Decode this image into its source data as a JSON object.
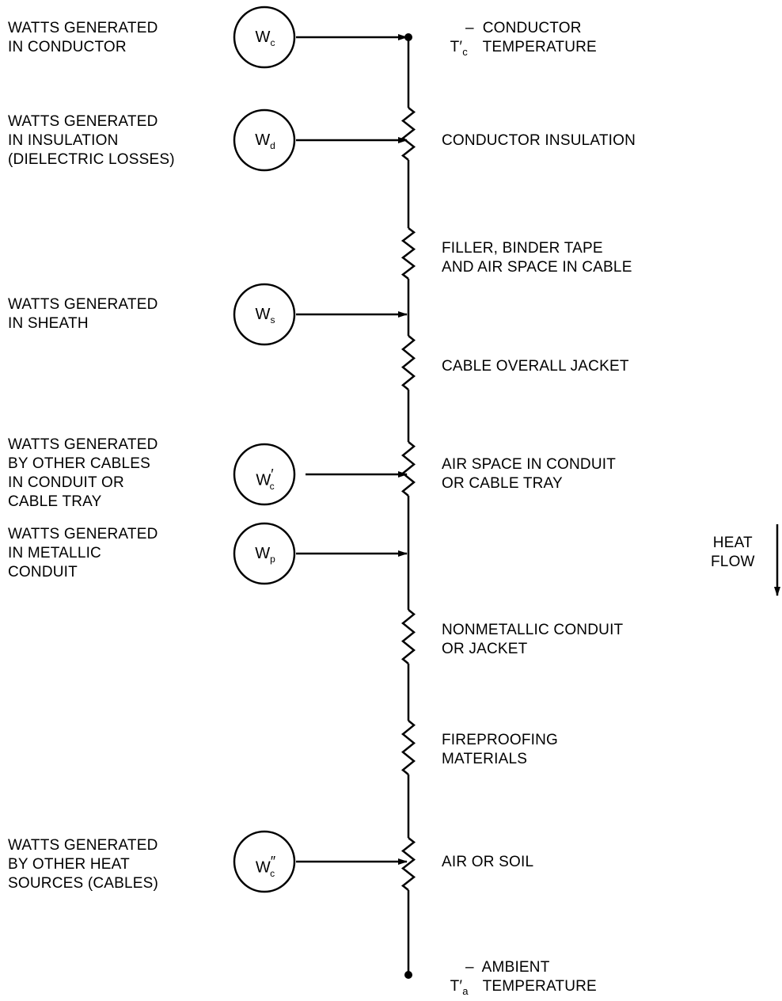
{
  "sources": [
    {
      "id": "wc",
      "main": "W",
      "prime": "",
      "sub": "c",
      "desc": "WATTS GENERATED\nIN CONDUCTOR"
    },
    {
      "id": "wd",
      "main": "W",
      "prime": "",
      "sub": "d",
      "desc": "WATTS GENERATED\nIN INSULATION\n(DIELECTRIC LOSSES)"
    },
    {
      "id": "ws",
      "main": "W",
      "prime": "",
      "sub": "s",
      "desc": "WATTS GENERATED\nIN SHEATH"
    },
    {
      "id": "wc2",
      "main": "W",
      "prime": "′",
      "sub": "c",
      "desc": "WATTS GENERATED\nBY OTHER CABLES\nIN CONDUIT OR\nCABLE TRAY"
    },
    {
      "id": "wp",
      "main": "W",
      "prime": "",
      "sub": "p",
      "desc": "WATTS GENERATED\nIN METALLIC\nCONDUIT"
    },
    {
      "id": "wc3",
      "main": "W",
      "prime": "″",
      "sub": "c",
      "desc": "WATTS GENERATED\nBY OTHER HEAT\nSOURCES (CABLES)"
    }
  ],
  "layers": [
    "CONDUCTOR INSULATION",
    "FILLER, BINDER TAPE\nAND AIR SPACE IN CABLE",
    "CABLE OVERALL JACKET",
    "AIR SPACE IN CONDUIT\nOR CABLE TRAY",
    "NONMETALLIC CONDUIT\nOR JACKET",
    "FIREPROOFING\nMATERIALS",
    "AIR OR SOIL"
  ],
  "top_node": {
    "symbol": "T′",
    "sub": "c",
    "text": "–  CONDUCTOR\n    TEMPERATURE"
  },
  "bottom_node": {
    "symbol": "T′",
    "sub": "a",
    "text": "–  AMBIENT\n    TEMPERATURE"
  },
  "heat_flow": "HEAT\nFLOW"
}
